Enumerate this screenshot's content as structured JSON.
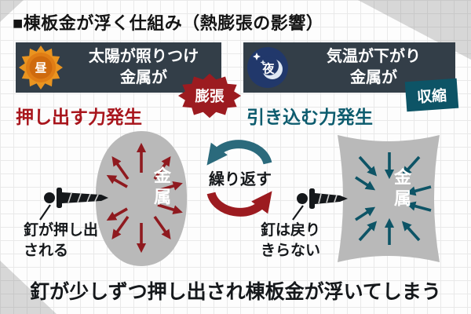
{
  "title": "■棟板金が浮く仕組み（熱膨張の影響）",
  "caption": "釘が少しずつ押し出され棟板金が浮いてしまう",
  "cycle_label": "繰り返す",
  "day": {
    "time_label": "昼",
    "headline_line1": "太陽が照りつけ",
    "headline_line2": "金属が",
    "badge_label": "膨張",
    "force_label": "押し出す力発生",
    "metal_label": "金属",
    "nail_note_line1": "釘が押し出",
    "nail_note_line2": "される"
  },
  "night": {
    "time_label": "夜",
    "headline_line1": "気温が下がり",
    "headline_line2": "金属が",
    "badge_label": "収縮",
    "force_label": "引き込む力発生",
    "metal_label": "金属",
    "nail_note_line1": "釘は戻り",
    "nail_note_line2": "きらない"
  },
  "colors": {
    "expansion_red": "#9c1b20",
    "contraction_teal": "#0d5466",
    "header_bg": "#333e48",
    "metal_gray": "#b9b9b9",
    "sun_orange": "#e07d15",
    "moon_navy": "#21386b"
  }
}
